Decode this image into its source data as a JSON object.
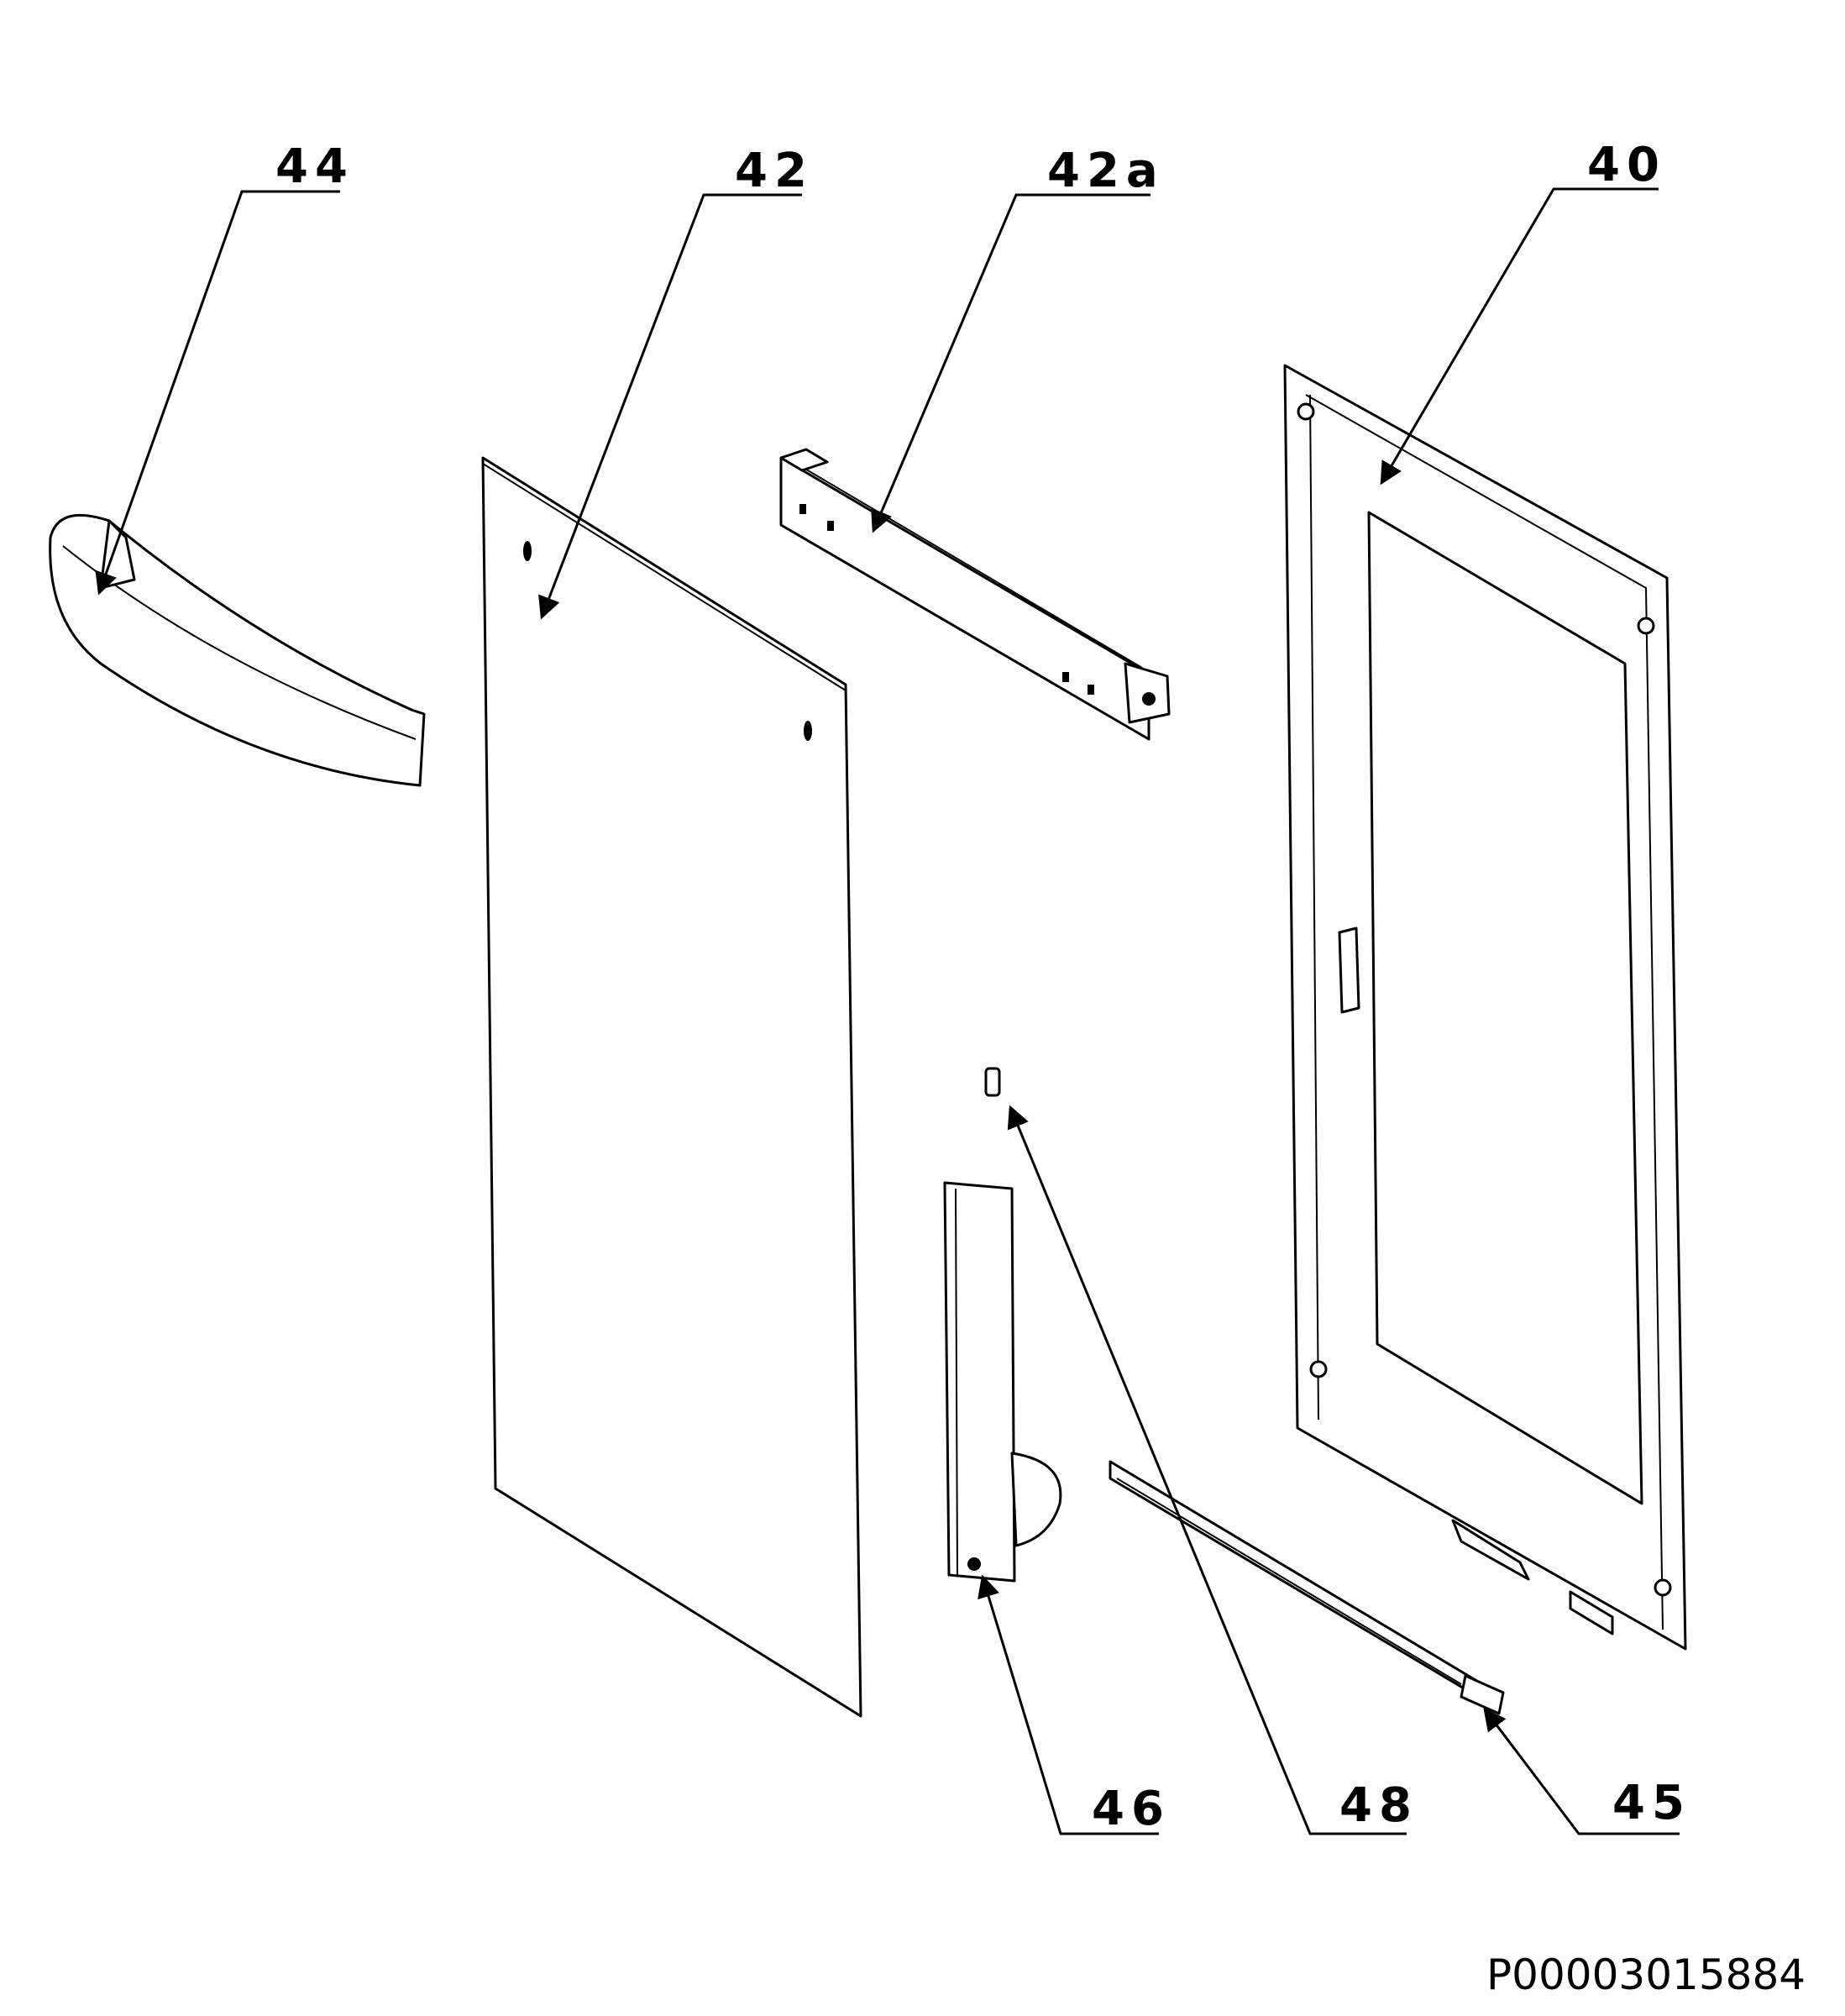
{
  "callouts": {
    "c44": "44",
    "c42": "42",
    "c42a": "42a",
    "c40": "40",
    "c46": "46",
    "c48": "48",
    "c45": "45"
  },
  "document_id": "P00003015884",
  "colors": {
    "line": "#000000",
    "background": "#ffffff"
  }
}
